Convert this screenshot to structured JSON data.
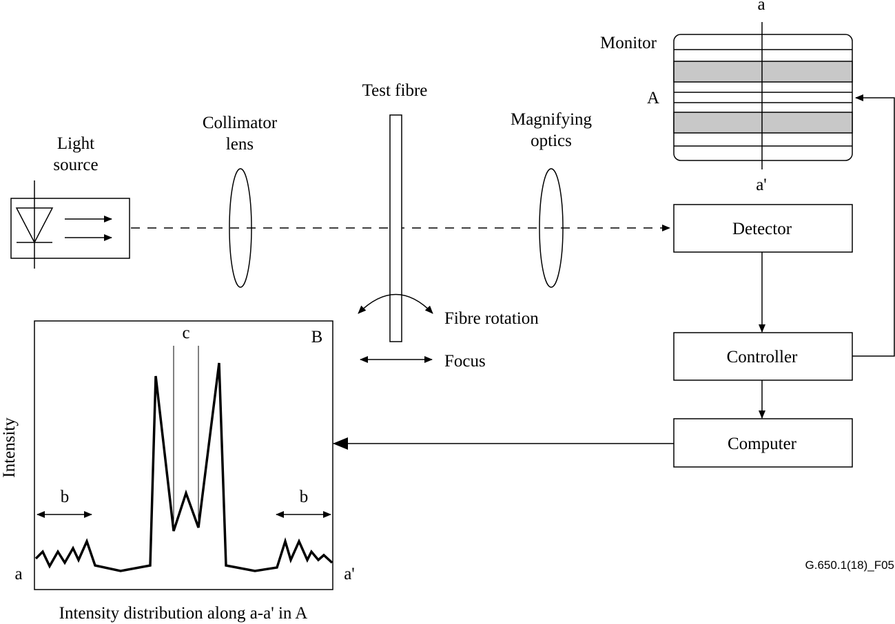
{
  "labels": {
    "light_source_line1": "Light",
    "light_source_line2": "source",
    "collimator_line1": "Collimator",
    "collimator_line2": "lens",
    "test_fibre": "Test fibre",
    "magnifying_line1": "Magnifying",
    "magnifying_line2": "optics",
    "monitor": "Monitor",
    "monitor_top": "a",
    "monitor_bottom": "a'",
    "monitor_marker": "A",
    "fibre_rotation": "Fibre rotation",
    "focus": "Focus",
    "plot_marker": "B",
    "plot_c": "c",
    "plot_b_left": "b",
    "plot_b_right": "b",
    "plot_a_left": "a",
    "plot_a_right": "a'",
    "plot_ylabel": "Intensity",
    "plot_caption": "Intensity distribution along a-a' in A",
    "figure_id": "G.650.1(18)_F05"
  },
  "boxes": {
    "detector": "Detector",
    "controller": "Controller",
    "computer": "Computer"
  }
}
